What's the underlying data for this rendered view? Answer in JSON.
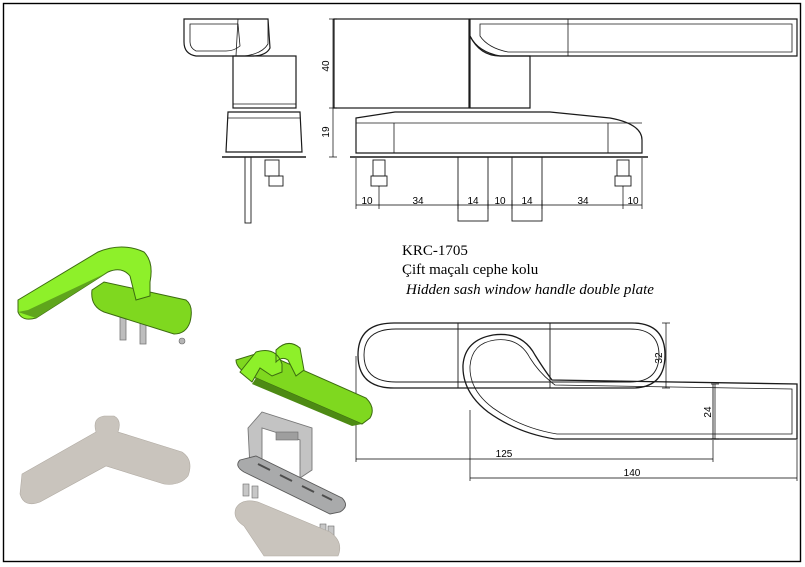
{
  "product": {
    "code": "KRC-1705",
    "name_tr": "Çift maçalı cephe kolu",
    "name_en": "Hidden sash window handle double plate"
  },
  "dimensions": {
    "height_upper": "40",
    "height_lower": "19",
    "bottom_chain": [
      "10",
      "34",
      "14",
      "10",
      "14",
      "34",
      "10"
    ],
    "width_125": "125",
    "width_140": "140",
    "height_32": "32",
    "height_24": "24"
  },
  "colors": {
    "accent_green": "#8ef02a",
    "line": "#1a1a1a",
    "gasket_gray": "#c9c4bd",
    "metal_gray": "#a9aaab"
  }
}
